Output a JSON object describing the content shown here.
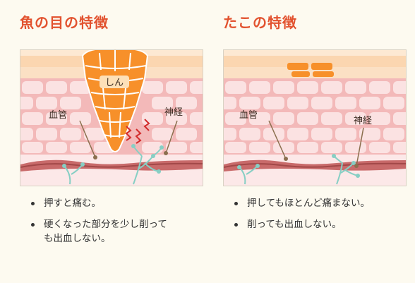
{
  "left_panel": {
    "title": "魚の目の特徴",
    "labels": {
      "core": "しん",
      "vessel": "血管",
      "nerve": "神経"
    },
    "bullets": [
      "押すと痛む。",
      "硬くなった部分を少し削って\nも出血しない。"
    ]
  },
  "right_panel": {
    "title": "たこの特徴",
    "labels": {
      "vessel": "血管",
      "nerve": "神経"
    },
    "bullets": [
      "押してもほとんど痛まない。",
      "削っても出血しない。"
    ]
  },
  "colors": {
    "title": "#e2522f",
    "corn": "#f7902a",
    "skin_top": "#fbd8b8",
    "skin_cells": "#f5c3c3",
    "dermis": "#fbe3e3",
    "vessel": "#b85050",
    "nerve": "#8cd3c9"
  }
}
